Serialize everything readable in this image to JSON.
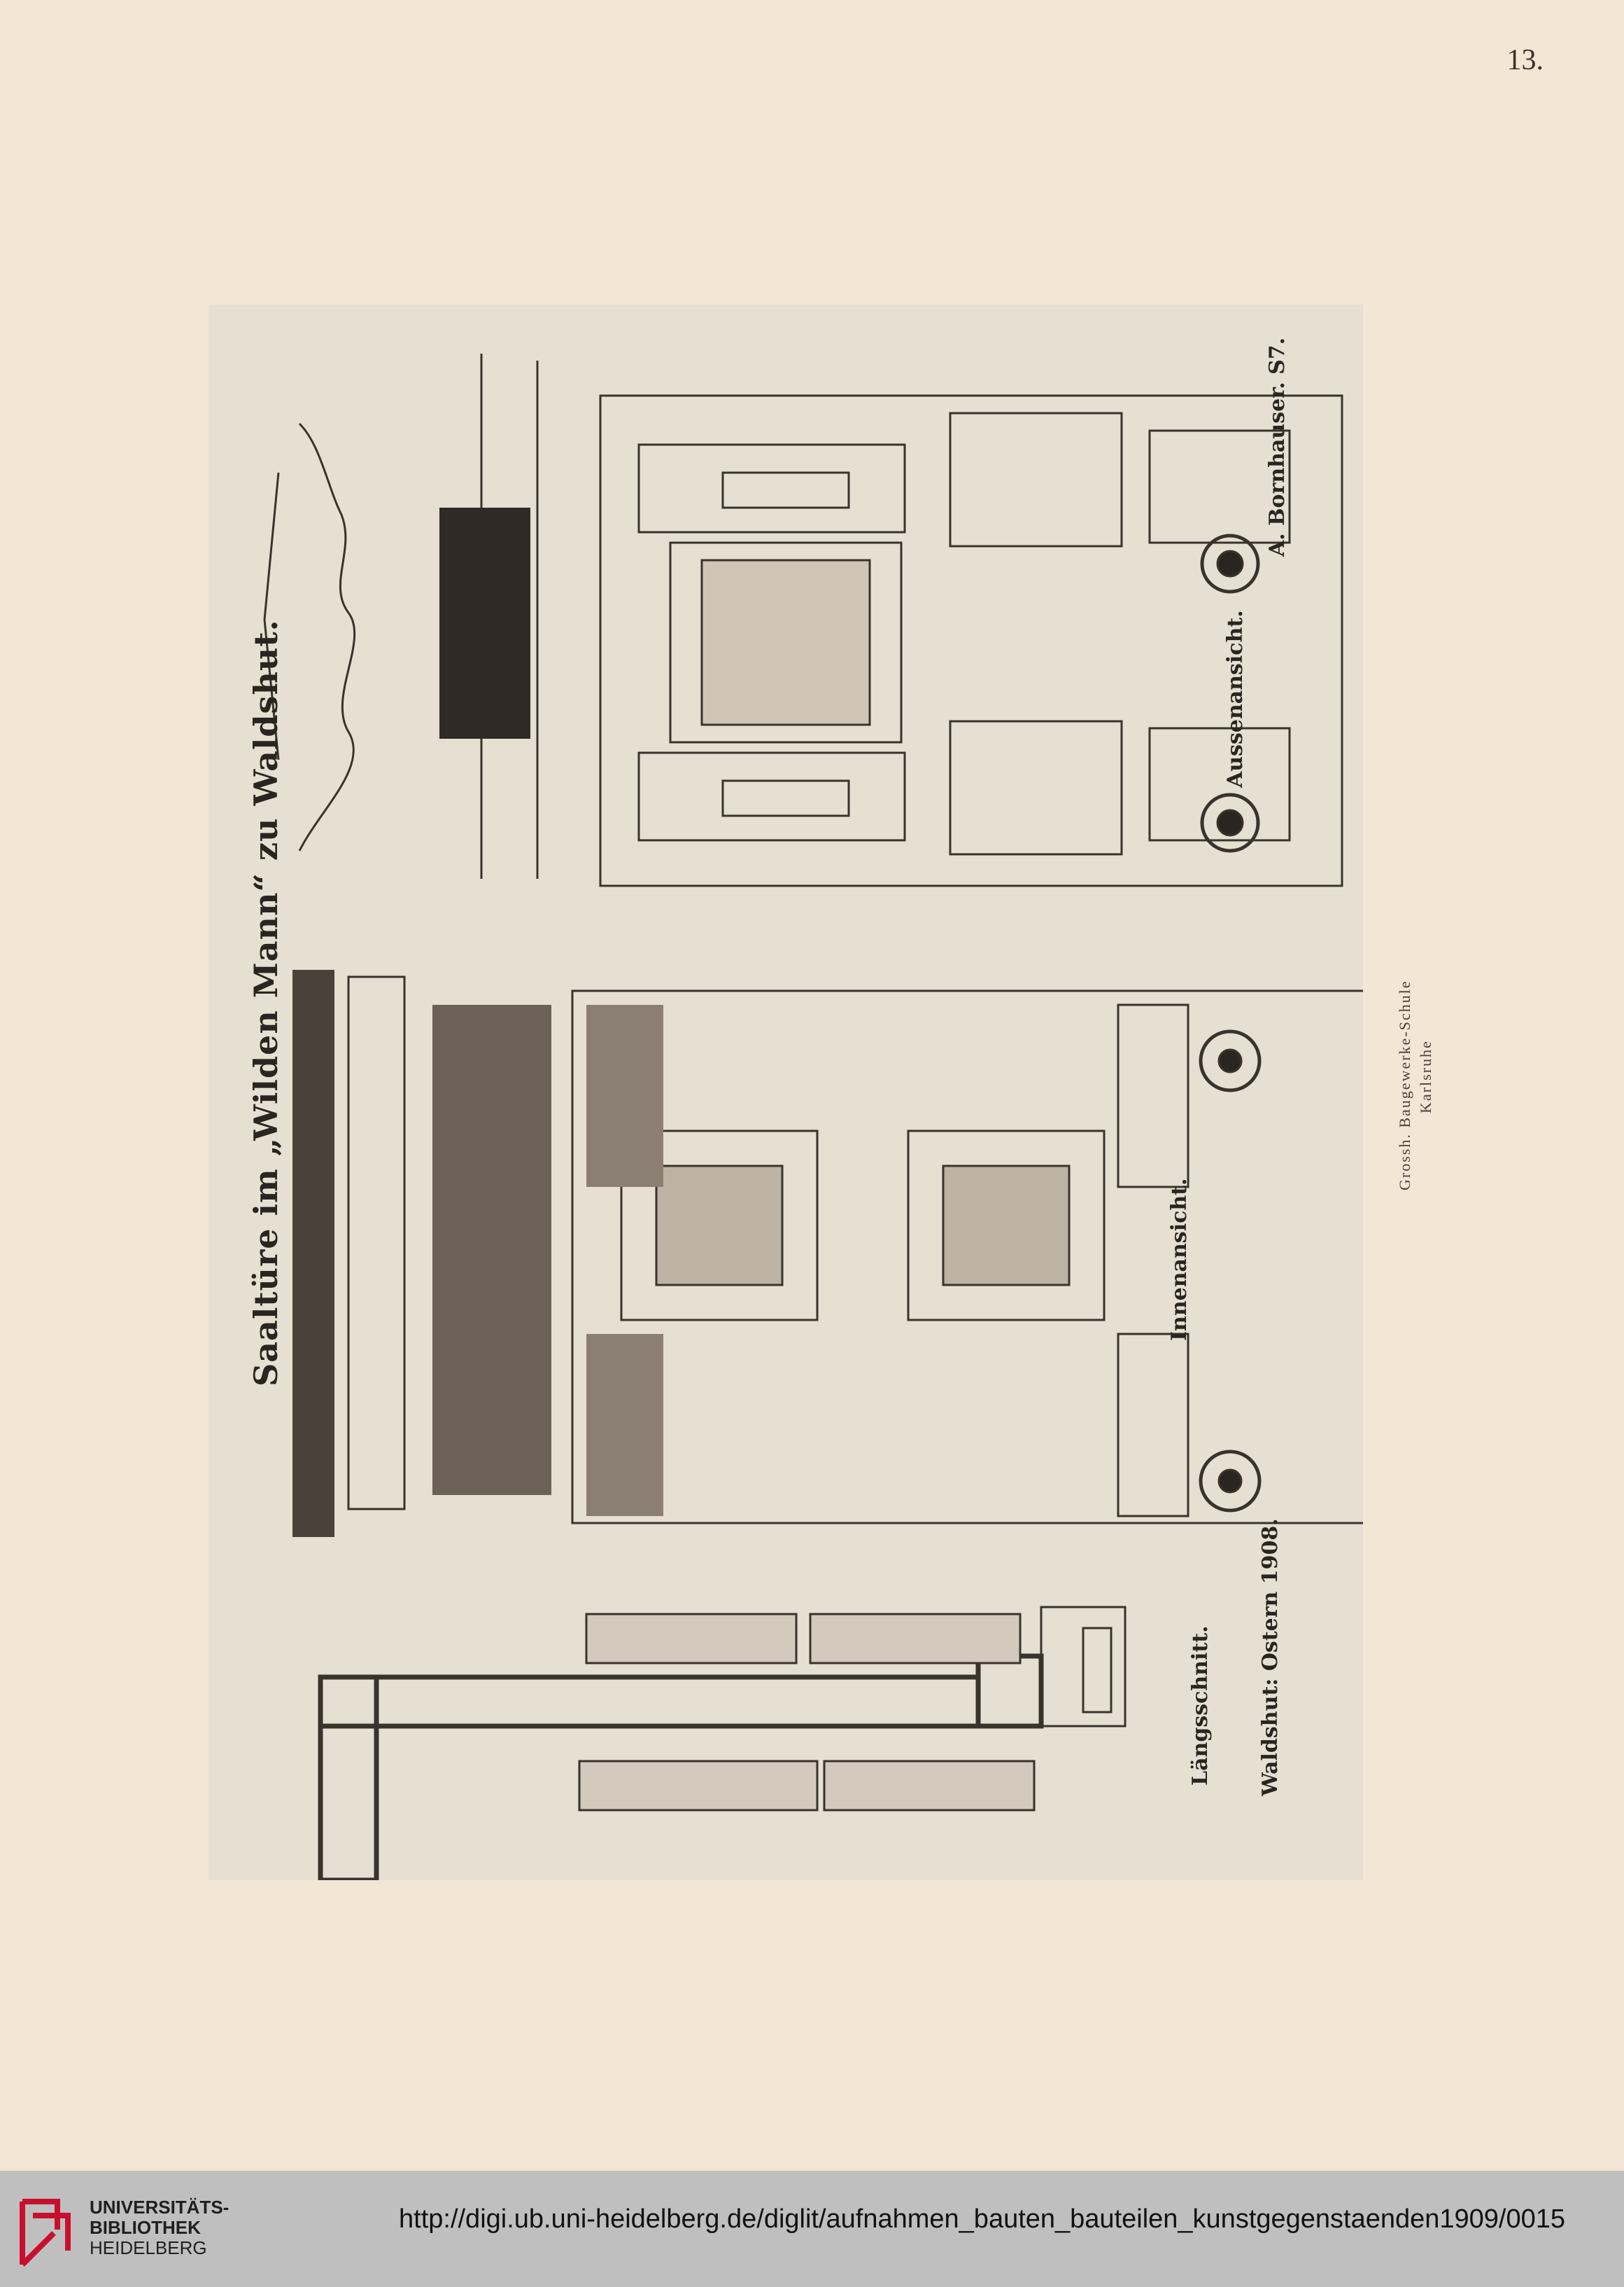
{
  "page": {
    "number": "13."
  },
  "plate": {
    "title": "Saaltüre im „Wilden Mann“ zu Waldshut.",
    "views": {
      "outer": "Aussenansicht.",
      "inner": "Innenansicht.",
      "section": "Längsschnitt."
    },
    "author": "A. Bornhauser. S7.",
    "date_line": "Waldshut: Ostern 1908.",
    "school_line1": "Grossh. Baugewerke-Schule",
    "school_line2": "Karlsruhe"
  },
  "footer": {
    "library_line1": "UNIVERSITÄTS-",
    "library_line2": "BIBLIOTHEK",
    "library_line3": "HEIDELBERG",
    "url": "http://digi.ub.uni-heidelberg.de/diglit/aufnahmen_bauten_bauteilen_kunstgegenstaenden1909/0015"
  },
  "colors": {
    "paper": "#f3e6d4",
    "plate": "#e7dfd2",
    "ink": "#2a2520",
    "logo_red": "#c8102e",
    "footer_bar": "#bfbfbf"
  }
}
